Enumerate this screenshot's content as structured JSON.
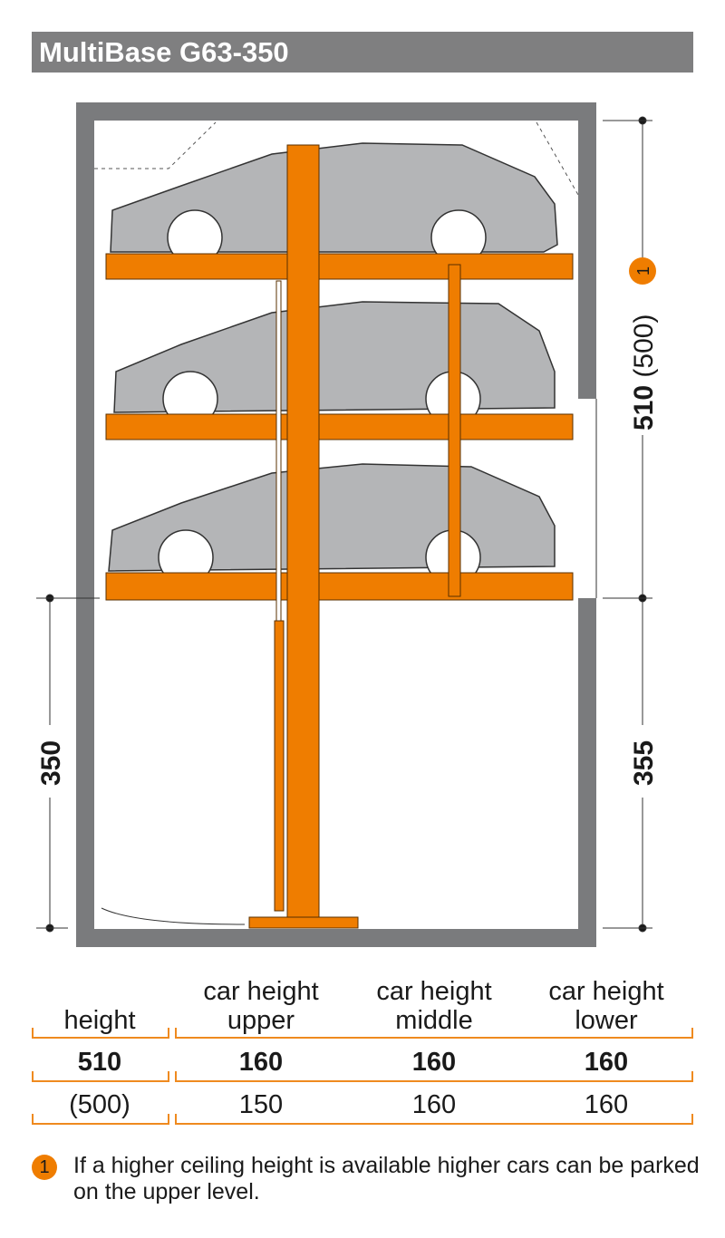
{
  "title": "MultiBase G63-350",
  "dimensions": {
    "total_height": "510",
    "total_height_alt": "(500)",
    "footnote_marker": "1",
    "pit_depth_left": "350",
    "pit_depth_right": "355"
  },
  "table": {
    "headers": [
      "height",
      "car height\nupper",
      "car height\nmiddle",
      "car height\nlower"
    ],
    "header_lines": [
      [
        "height"
      ],
      [
        "car height",
        "upper"
      ],
      [
        "car height",
        "middle"
      ],
      [
        "car height",
        "lower"
      ]
    ],
    "rows": [
      [
        "510",
        "160",
        "160",
        "160"
      ],
      [
        "(500)",
        "150",
        "160",
        "160"
      ]
    ]
  },
  "footnote": {
    "marker": "1",
    "text": "If a higher ceiling height is available higher cars can be parked on the upper level."
  },
  "colors": {
    "orange": "#ef7d00",
    "wall": "#7a7b7d",
    "title_bg": "#7f7f80"
  }
}
